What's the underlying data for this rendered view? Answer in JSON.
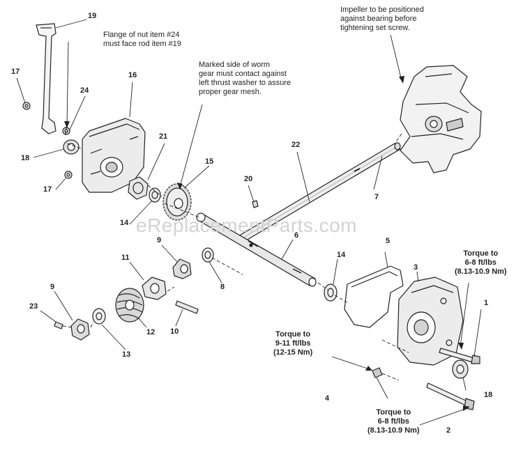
{
  "notes": {
    "flange": [
      "Flange of nut item #24",
      "must face rod item #19"
    ],
    "worm_gear": [
      "Marked side of worm",
      "gear must contact against",
      "left thrust washer to assure",
      "proper gear mesh."
    ],
    "impeller": [
      "Impeller to be positioned",
      "against bearing before",
      "tightening set screw."
    ],
    "torque_right": [
      "Torque to",
      "6-8 ft/lbs",
      "(8.13-10.9 Nm)"
    ],
    "torque_mid": [
      "Torque to",
      "9-11 ft/lbs",
      "(12-15 Nm)"
    ],
    "torque_bottom": [
      "Torque to",
      "6-8 ft/lbs",
      "(8.13-10.9 Nm)"
    ]
  },
  "watermark": "eReplacementParts.com",
  "callouts": {
    "c19": "19",
    "c17a": "17",
    "c24": "24",
    "c16": "16",
    "c18a": "18",
    "c21": "21",
    "c15": "15",
    "c17b": "17",
    "c14a": "14",
    "c20": "20",
    "c22": "22",
    "c7": "7",
    "c6": "6",
    "c5": "5",
    "c9a": "9",
    "c11": "11",
    "c8": "8",
    "c14b": "14",
    "c3": "3",
    "c9b": "9",
    "c23": "23",
    "c12": "12",
    "c10": "10",
    "c13": "13",
    "c1": "1",
    "c4": "4",
    "c18b": "18",
    "c2": "2"
  }
}
